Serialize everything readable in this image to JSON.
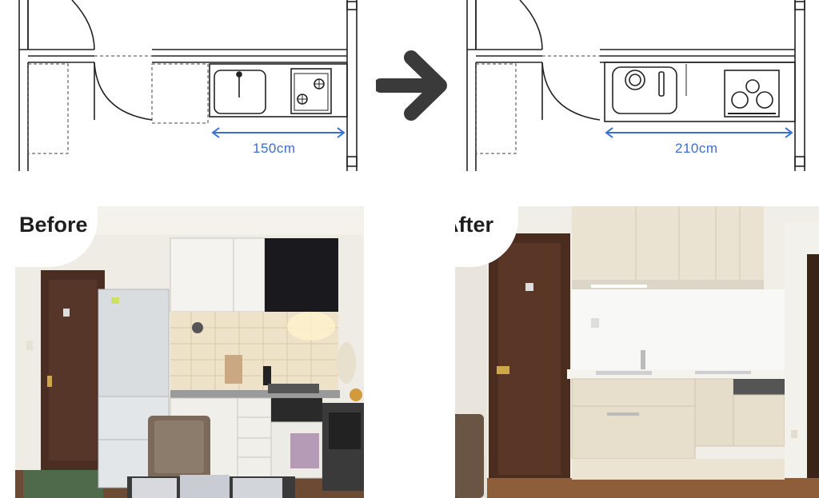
{
  "before_plan": {
    "width_label": "150cm"
  },
  "after_plan": {
    "width_label": "210cm"
  },
  "before_photo": {
    "tag": "Before"
  },
  "after_photo": {
    "tag": "After"
  },
  "colors": {
    "dimension": "#3b6fcf",
    "arrow": "#3a3a3a",
    "wall": "#222222"
  },
  "icons": {
    "transition": "right-arrow-icon"
  }
}
